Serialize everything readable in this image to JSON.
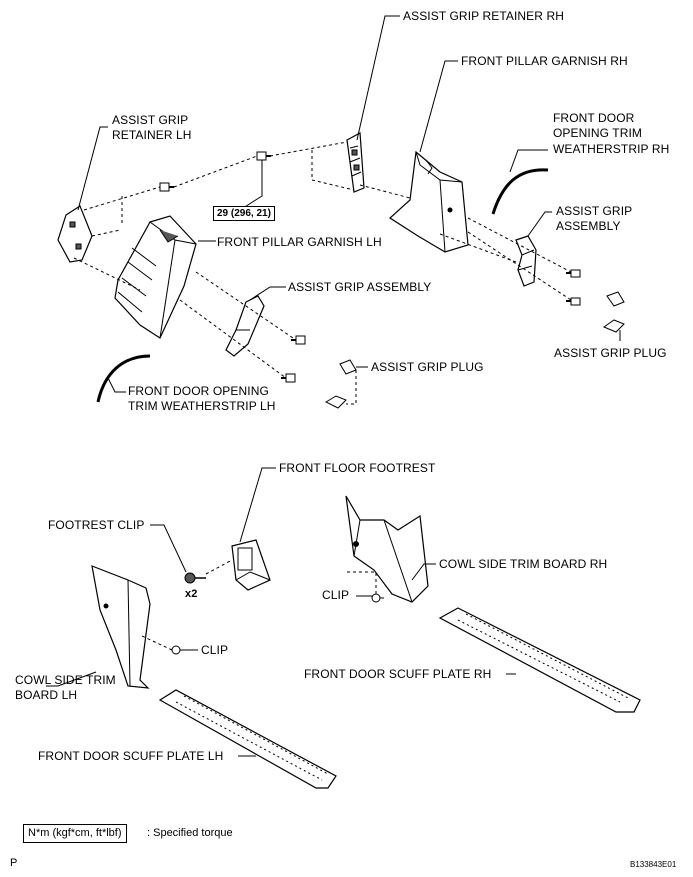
{
  "labels": {
    "assist_grip_retainer_rh": "ASSIST GRIP RETAINER RH",
    "front_pillar_garnish_rh": "FRONT PILLAR GARNISH RH",
    "front_door_opening_trim_weatherstrip_rh": [
      "FRONT DOOR",
      "OPENING TRIM",
      "WEATHERSTRIP RH"
    ],
    "assist_grip_retainer_lh": [
      "ASSIST GRIP",
      "RETAINER LH"
    ],
    "torque_spec": "29 (296, 21)",
    "front_pillar_garnish_lh": "FRONT PILLAR GARNISH LH",
    "assist_grip_assembly_rh": [
      "ASSIST GRIP",
      "ASSEMBLY"
    ],
    "assist_grip_assembly_lh": "ASSIST GRIP ASSEMBLY",
    "assist_grip_plug_rh": "ASSIST GRIP PLUG",
    "assist_grip_plug_lh": "ASSIST GRIP PLUG",
    "front_door_opening_trim_weatherstrip_lh": [
      "FRONT DOOR OPENING",
      "TRIM WEATHERSTRIP LH"
    ],
    "front_floor_footrest": "FRONT FLOOR FOOTREST",
    "footrest_clip": "FOOTREST CLIP",
    "footrest_clip_qty": "x2",
    "cowl_side_trim_board_rh": "COWL SIDE TRIM BOARD RH",
    "clip_rh": "CLIP",
    "clip_lh": "CLIP",
    "cowl_side_trim_board_lh": [
      "COWL SIDE TRIM",
      "BOARD LH"
    ],
    "front_door_scuff_plate_rh": "FRONT DOOR SCUFF PLATE RH",
    "front_door_scuff_plate_lh": "FRONT DOOR SCUFF PLATE LH"
  },
  "legend": {
    "unit_box": "N*m (kgf*cm, ft*lbf)",
    "description": ": Specified torque"
  },
  "footer": {
    "page_letter": "P",
    "figure_id": "B133843E01"
  }
}
